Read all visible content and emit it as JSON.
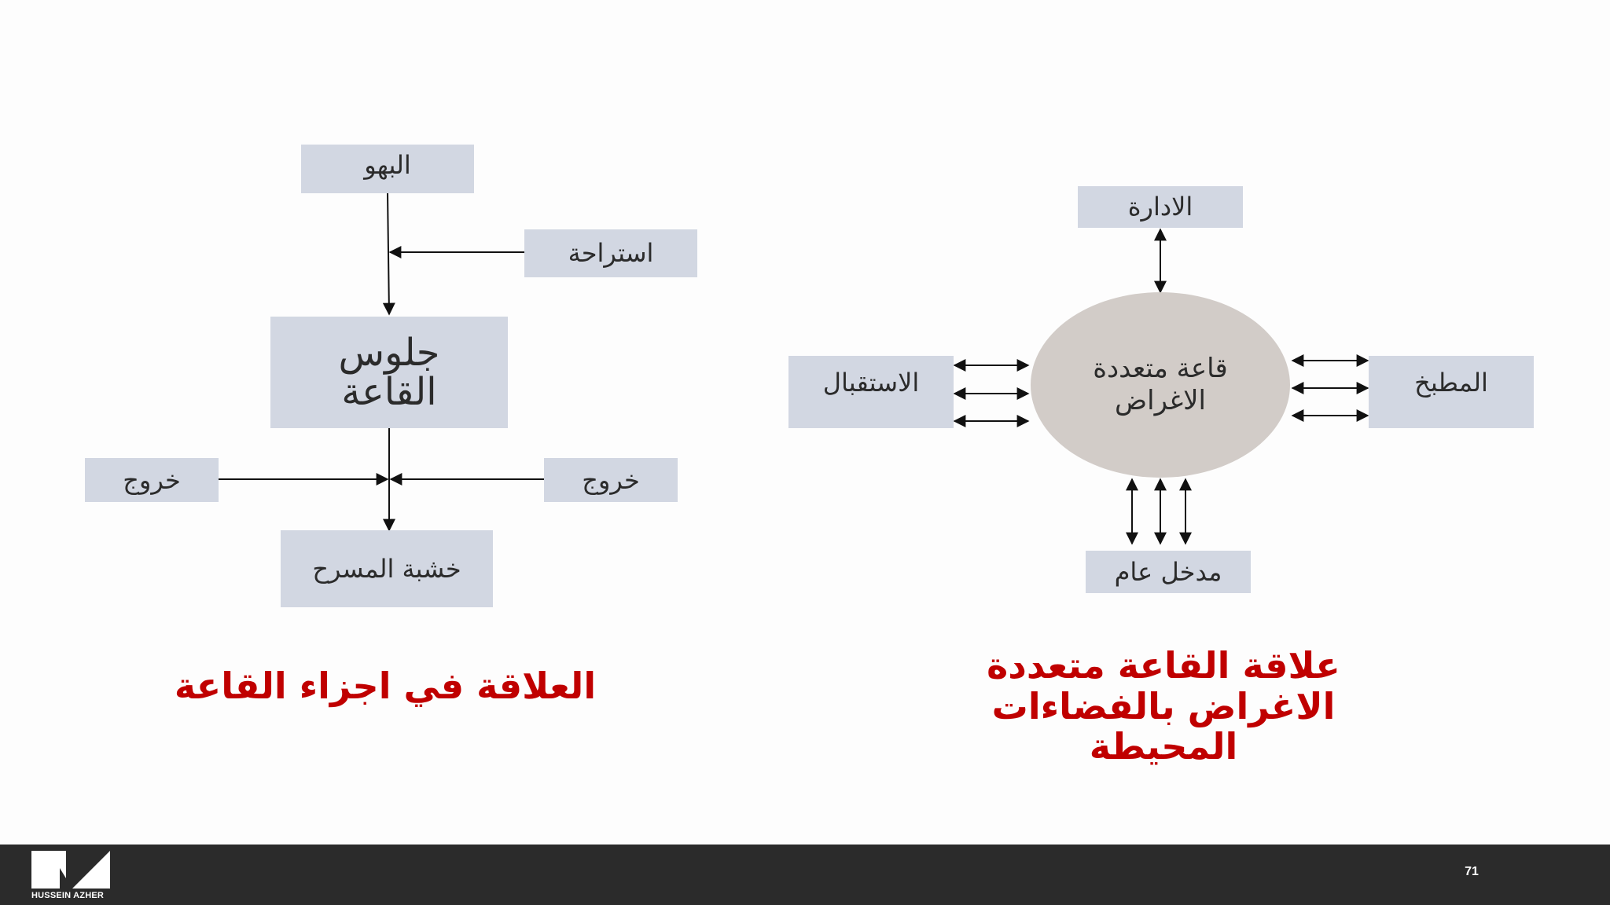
{
  "left_diagram": {
    "foyer": "البهو",
    "lounge": "استراحة",
    "seating": "جلوس القاعة",
    "exit_left": "خروج",
    "exit_right": "خروج",
    "stage": "خشبة المسرح",
    "caption": "العلاقة في اجزاء القاعة"
  },
  "right_diagram": {
    "hall": "قاعة متعددة الاغراض",
    "administration": "الادارة",
    "reception": "الاستقبال",
    "kitchen": "المطبخ",
    "public_entrance": "مدخل عام",
    "caption": "علاقة القاعة متعددة الاغراض بالفضاءات المحيطة"
  },
  "footer": {
    "logo_text": "HUSSEIN AZHER",
    "page_number": "71"
  },
  "colors": {
    "box_fill": "#d2d7e2",
    "hall_fill": "#d2ccc8",
    "caption": "#c00000",
    "footer_bar": "#2b2b2b"
  }
}
